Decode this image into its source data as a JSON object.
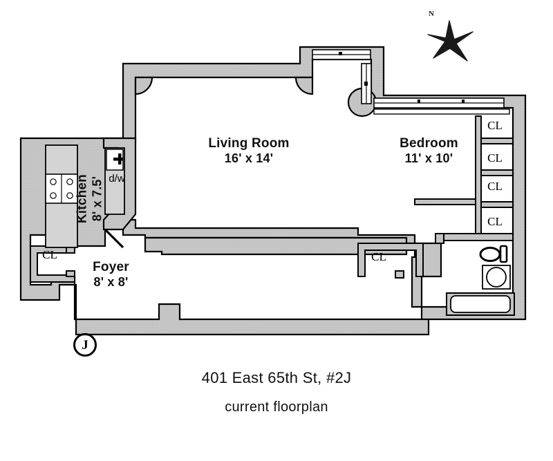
{
  "document": {
    "title": "401 East 65th St, #2J",
    "subtitle": "current floorplan"
  },
  "unit_marker": {
    "label": "J"
  },
  "compass": {
    "north_label": "N",
    "icon": "compass-star-icon"
  },
  "rooms": [
    {
      "id": "living-room",
      "name": "Living Room",
      "dimensions": "16' x 14'"
    },
    {
      "id": "bedroom",
      "name": "Bedroom",
      "dimensions": "11' x 10'"
    },
    {
      "id": "kitchen",
      "name": "Kitchen",
      "dimensions": "8' x 7.5'"
    },
    {
      "id": "foyer",
      "name": "Foyer",
      "dimensions": "8' x 8'"
    }
  ],
  "closets": [
    {
      "id": "closet-foyer",
      "label": "CL"
    },
    {
      "id": "closet-hall",
      "label": "CL"
    },
    {
      "id": "closet-bedroom-1",
      "label": "CL"
    },
    {
      "id": "closet-bedroom-2",
      "label": "CL"
    },
    {
      "id": "closet-bedroom-3",
      "label": "CL"
    },
    {
      "id": "closet-bedroom-4",
      "label": "CL"
    }
  ],
  "fixtures": [
    {
      "id": "dishwasher",
      "label": "d/w",
      "icon": "dishwasher-icon"
    },
    {
      "id": "kitchen-sink",
      "label": "",
      "icon": "sink-icon"
    },
    {
      "id": "stove",
      "label": "",
      "icon": "stove-burners-icon"
    },
    {
      "id": "toilet",
      "label": "",
      "icon": "toilet-icon"
    },
    {
      "id": "bathroom-sink",
      "label": "",
      "icon": "bathroom-sink-icon"
    },
    {
      "id": "bathtub",
      "label": "",
      "icon": "bathtub-icon"
    }
  ],
  "colors": {
    "wall_fill": "#c9c9c9",
    "wall_stroke": "#000000",
    "interior": "#ffffff",
    "text": "#111111",
    "fixture_stroke": "#000000"
  }
}
